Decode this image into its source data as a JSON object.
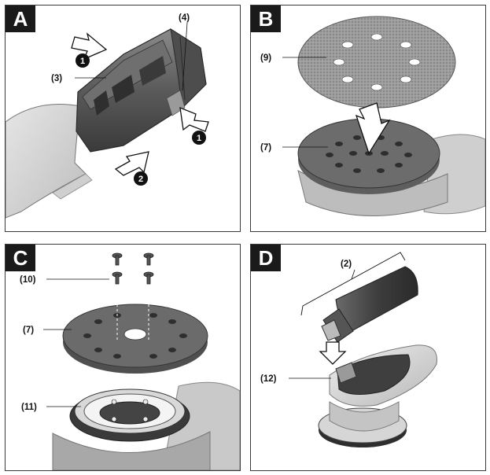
{
  "panels": {
    "a": {
      "letter": "A",
      "labels": {
        "battery": "(3)",
        "release_button": "(4)"
      },
      "steps": {
        "press": "1",
        "insert": "2"
      }
    },
    "b": {
      "letter": "B",
      "labels": {
        "sanding_sheet": "(9)",
        "sanding_pad": "(7)"
      }
    },
    "c": {
      "letter": "C",
      "labels": {
        "screws": "(10)",
        "sanding_pad": "(7)",
        "pad_holder": "(11)"
      }
    },
    "d": {
      "letter": "D",
      "labels": {
        "dust_box": "(2)",
        "dust_outlet": "(12)"
      }
    }
  },
  "icons": {
    "push": "push-arrow-icon",
    "down": "down-arrow-icon",
    "step": "step-number-icon"
  }
}
